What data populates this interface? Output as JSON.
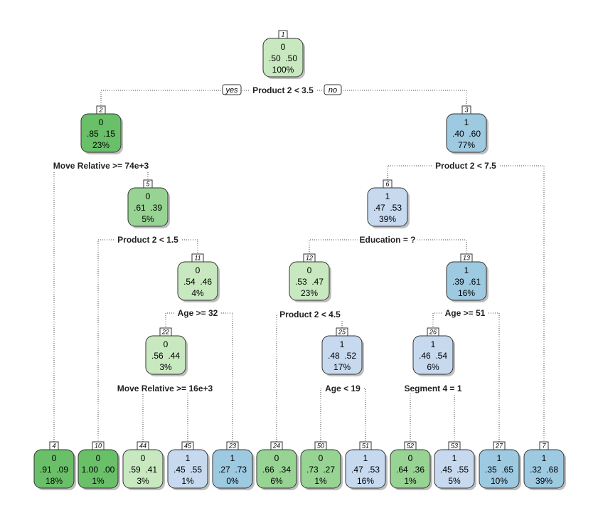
{
  "tree": {
    "branch_labels": {
      "yes": "yes",
      "no": "no"
    },
    "colors": {
      "g_dark": "#6abf69",
      "g_mid": "#97d393",
      "g_light": "#c8e8c0",
      "b_light": "#c6d9ef",
      "b_mid": "#9dc9e1",
      "b_dark": "#99c7df"
    },
    "nodes": [
      {
        "id": "1",
        "cls": "0",
        "probs": ".50  .50",
        "pct": "100%",
        "color": "g_light",
        "split": "Product 2 < 3.5"
      },
      {
        "id": "2",
        "cls": "0",
        "probs": ".85  .15",
        "pct": "23%",
        "color": "g_dark",
        "split": "Move Relative >= 74e+3"
      },
      {
        "id": "3",
        "cls": "1",
        "probs": ".40  .60",
        "pct": "77%",
        "color": "b_mid",
        "split": "Product 2 < 7.5"
      },
      {
        "id": "5",
        "cls": "0",
        "probs": ".61  .39",
        "pct": "5%",
        "color": "g_mid",
        "split": "Product 2 < 1.5"
      },
      {
        "id": "6",
        "cls": "1",
        "probs": ".47  .53",
        "pct": "39%",
        "color": "b_light",
        "split": "Education = ?"
      },
      {
        "id": "11",
        "cls": "0",
        "probs": ".54  .46",
        "pct": "4%",
        "color": "g_light",
        "split": "Age >= 32"
      },
      {
        "id": "12",
        "cls": "0",
        "probs": ".53  .47",
        "pct": "23%",
        "color": "g_light",
        "split": "Product 2 < 4.5"
      },
      {
        "id": "13",
        "cls": "1",
        "probs": ".39  .61",
        "pct": "16%",
        "color": "b_mid",
        "split": "Age >= 51"
      },
      {
        "id": "22",
        "cls": "0",
        "probs": ".56  .44",
        "pct": "3%",
        "color": "g_light",
        "split": "Move Relative >= 16e+3"
      },
      {
        "id": "25",
        "cls": "1",
        "probs": ".48  .52",
        "pct": "17%",
        "color": "b_light",
        "split": "Age < 19"
      },
      {
        "id": "26",
        "cls": "1",
        "probs": ".46  .54",
        "pct": "6%",
        "color": "b_light",
        "split": "Segment 4 = 1"
      },
      {
        "id": "4",
        "cls": "0",
        "probs": ".91  .09",
        "pct": "18%",
        "color": "g_dark",
        "split": ""
      },
      {
        "id": "10",
        "cls": "0",
        "probs": "1.00  .00",
        "pct": "1%",
        "color": "g_dark",
        "split": ""
      },
      {
        "id": "44",
        "cls": "0",
        "probs": ".59  .41",
        "pct": "3%",
        "color": "g_light",
        "split": ""
      },
      {
        "id": "45",
        "cls": "1",
        "probs": ".45  .55",
        "pct": "1%",
        "color": "b_light",
        "split": ""
      },
      {
        "id": "23",
        "cls": "1",
        "probs": ".27  .73",
        "pct": "0%",
        "color": "b_mid",
        "split": ""
      },
      {
        "id": "24",
        "cls": "0",
        "probs": ".66  .34",
        "pct": "6%",
        "color": "g_mid",
        "split": ""
      },
      {
        "id": "50",
        "cls": "0",
        "probs": ".73  .27",
        "pct": "1%",
        "color": "g_mid",
        "split": ""
      },
      {
        "id": "51",
        "cls": "1",
        "probs": ".47  .53",
        "pct": "16%",
        "color": "b_light",
        "split": ""
      },
      {
        "id": "52",
        "cls": "0",
        "probs": ".64  .36",
        "pct": "1%",
        "color": "g_mid",
        "split": ""
      },
      {
        "id": "53",
        "cls": "1",
        "probs": ".45  .55",
        "pct": "5%",
        "color": "b_light",
        "split": ""
      },
      {
        "id": "27",
        "cls": "1",
        "probs": ".35  .65",
        "pct": "10%",
        "color": "b_mid",
        "split": ""
      },
      {
        "id": "7",
        "cls": "1",
        "probs": ".32  .68",
        "pct": "39%",
        "color": "b_mid",
        "split": ""
      }
    ],
    "edges": [
      [
        "1",
        "2"
      ],
      [
        "1",
        "3"
      ],
      [
        "2",
        "4"
      ],
      [
        "2",
        "5"
      ],
      [
        "3",
        "6"
      ],
      [
        "3",
        "7"
      ],
      [
        "5",
        "10"
      ],
      [
        "5",
        "11"
      ],
      [
        "6",
        "12"
      ],
      [
        "6",
        "13"
      ],
      [
        "11",
        "22"
      ],
      [
        "11",
        "23"
      ],
      [
        "12",
        "24"
      ],
      [
        "12",
        "25"
      ],
      [
        "13",
        "26"
      ],
      [
        "13",
        "27"
      ],
      [
        "22",
        "44"
      ],
      [
        "22",
        "45"
      ],
      [
        "25",
        "50"
      ],
      [
        "25",
        "51"
      ],
      [
        "26",
        "52"
      ],
      [
        "26",
        "53"
      ]
    ]
  }
}
